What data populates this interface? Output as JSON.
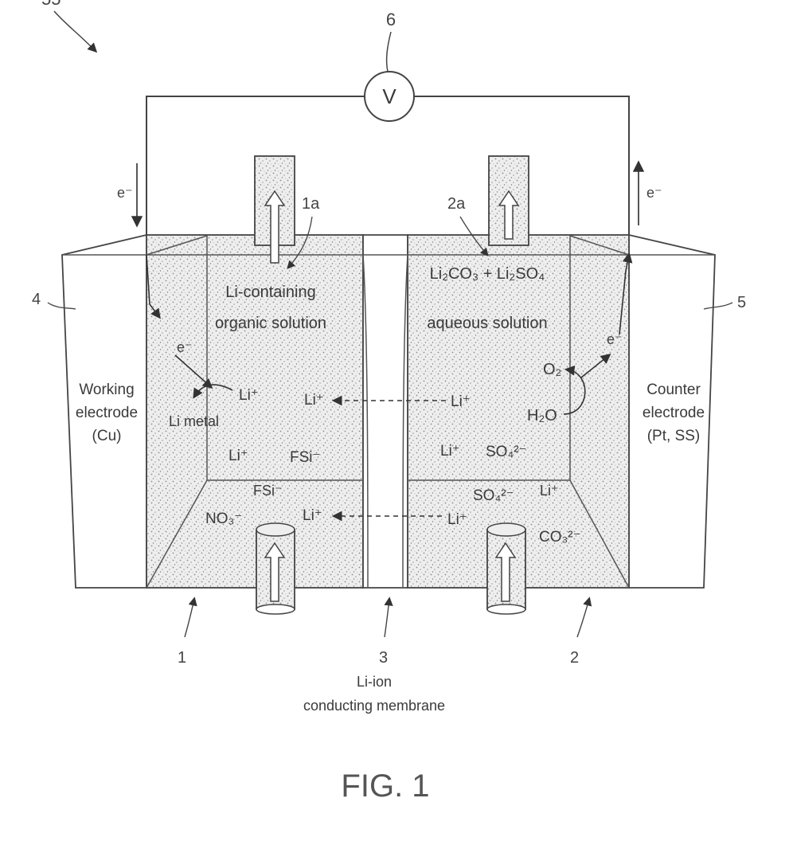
{
  "figure": {
    "ref_system": "55",
    "caption": "FIG. 1",
    "voltmeter": {
      "ref": "6",
      "symbol": "V"
    },
    "electrons": {
      "e_left": "e⁻",
      "e_right": "e⁻",
      "e_inner_left": "e⁻",
      "e_inner_right": "e⁻"
    },
    "working_electrode": {
      "ref": "4",
      "line1": "Working",
      "line2": "electrode",
      "line3": "(Cu)"
    },
    "counter_electrode": {
      "ref": "5",
      "line1": "Counter",
      "line2": "electrode",
      "line3": "(Pt, SS)"
    },
    "left_chamber": {
      "ref": "1",
      "solution_ref": "1a",
      "solution_line1": "Li-containing",
      "solution_line2": "organic solution",
      "li_metal": "Li metal",
      "ions": {
        "li_a": "Li⁺",
        "li_b": "Li⁺",
        "li_c": "Li⁺",
        "fsi_a": "FSi⁻",
        "fsi_b": "FSi⁻",
        "no3": "NO₃⁻",
        "li_d": "Li⁺"
      }
    },
    "right_chamber": {
      "ref": "2",
      "solution_ref": "2a",
      "solution_line1": "Li₂CO₃ + Li₂SO₄",
      "solution_line2": "aqueous solution",
      "ions": {
        "li_a": "Li⁺",
        "li_b": "Li⁺",
        "so4_a": "SO₄²⁻",
        "o2": "O₂",
        "h2o": "H₂O",
        "li_c": "Li⁺",
        "so4_b": "SO₄²⁻",
        "li_d": "Li⁺",
        "co3": "CO₃²⁻"
      }
    },
    "membrane": {
      "ref": "3",
      "line1": "Li-ion",
      "line2": "conducting membrane"
    }
  }
}
